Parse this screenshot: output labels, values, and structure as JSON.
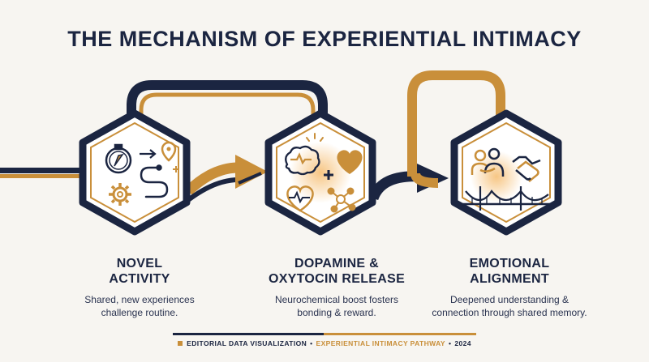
{
  "title": "THE MECHANISM OF EXPERIENTIAL INTIMACY",
  "stages": [
    {
      "title_line1": "NOVEL",
      "title_line2": "ACTIVITY",
      "desc_line1": "Shared, new experiences",
      "desc_line2": "challenge routine.",
      "icons": [
        "compass-icon",
        "location-pin-icon",
        "gear-icon",
        "winding-path-icon",
        "sparkle-icon"
      ]
    },
    {
      "title_line1": "DOPAMINE &",
      "title_line2": "OXYTOCIN RELEASE",
      "desc_line1": "Neurochemical boost fosters",
      "desc_line2": "bonding & reward.",
      "icons": [
        "brain-icon",
        "heart-icon",
        "heartbeat-icon",
        "molecule-icon",
        "plus-icon"
      ]
    },
    {
      "title_line1": "EMOTIONAL",
      "title_line2": "ALIGNMENT",
      "desc_line1": "Deepened understanding &",
      "desc_line2": "connection through shared memory.",
      "icons": [
        "hug-icon",
        "handshake-icon",
        "bridge-icon"
      ]
    }
  ],
  "footer": {
    "part1": "EDITORIAL DATA VISUALIZATION",
    "separator1": "•",
    "part2": "EXPERIENTIAL INTIMACY PATHWAY",
    "separator2": "•",
    "year": "2024"
  },
  "colors": {
    "navy": "#1b2541",
    "gold": "#c98f3a",
    "background": "#f7f5f1"
  }
}
